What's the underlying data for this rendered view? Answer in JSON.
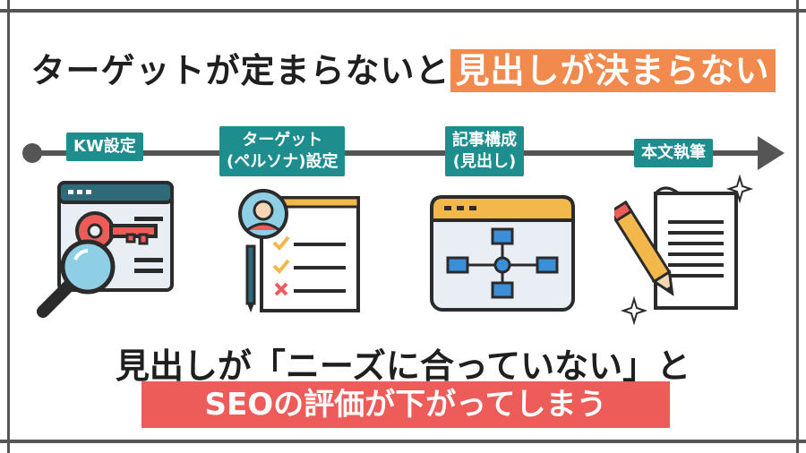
{
  "headline": {
    "plain": "ターゲットが定まらないと",
    "highlight": "見出しが決まらない"
  },
  "steps": [
    {
      "label_line1": "KW設定",
      "label_line2": ""
    },
    {
      "label_line1": "ターゲット",
      "label_line2": "(ペルソナ)設定"
    },
    {
      "label_line1": "記事構成",
      "label_line2": "(見出し)"
    },
    {
      "label_line1": "本文執筆",
      "label_line2": ""
    }
  ],
  "icons": [
    "keyword-search-icon",
    "persona-checklist-icon",
    "structure-diagram-icon",
    "writing-pencil-icon"
  ],
  "bottom": {
    "line1": "見出しが「ニーズに合っていない」と",
    "line2": "SEOの評価が下がってしまう"
  },
  "colors": {
    "accent_orange": "#f2894d",
    "accent_teal": "#1e8d8d",
    "accent_red": "#ee5c5a",
    "timeline_gray": "#555555"
  }
}
